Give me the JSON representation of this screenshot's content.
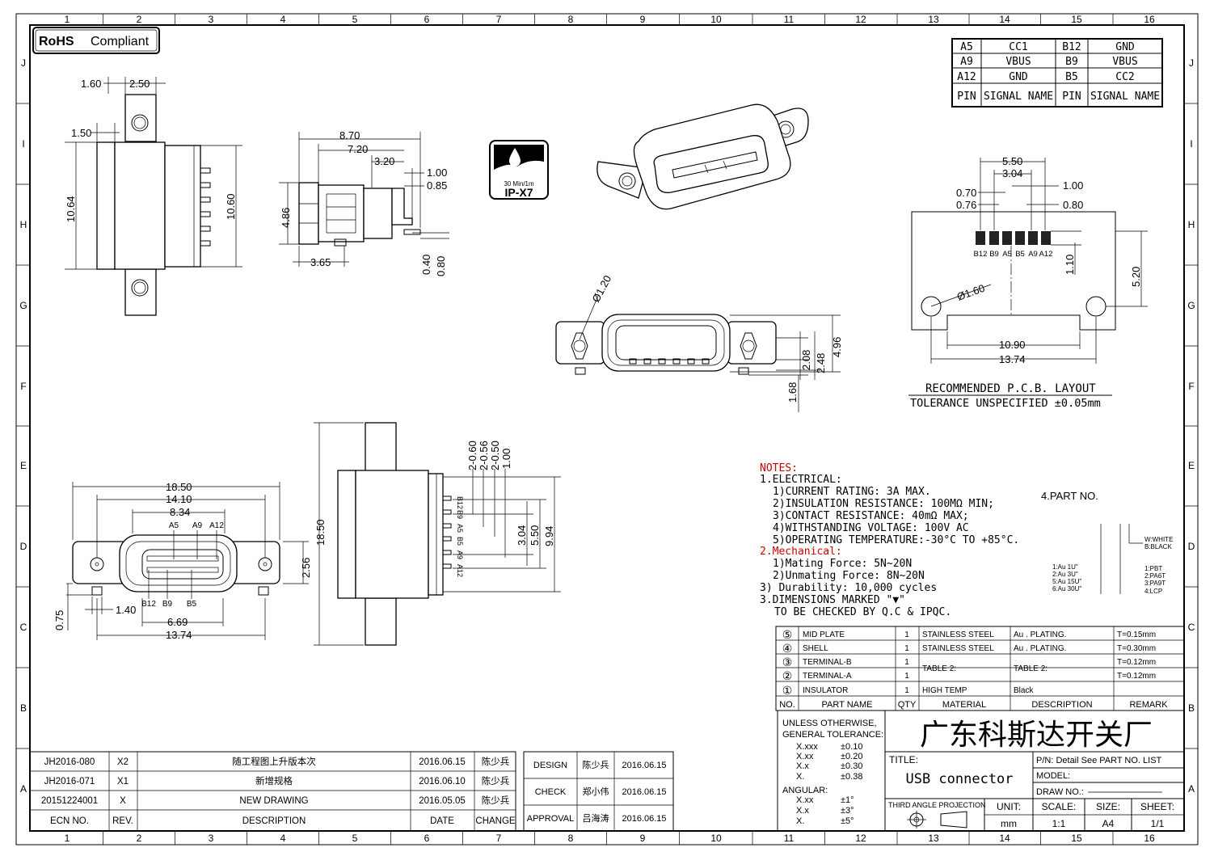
{
  "frame": {
    "cols": [
      "1",
      "2",
      "3",
      "4",
      "5",
      "6",
      "7",
      "8",
      "9",
      "10",
      "11",
      "12",
      "13",
      "14",
      "15",
      "16"
    ],
    "rows": [
      "J",
      "I",
      "H",
      "G",
      "F",
      "E",
      "D",
      "C",
      "B",
      "A"
    ]
  },
  "rohs": {
    "strong": "RoHS",
    "rest": "Compliant"
  },
  "ipx7": {
    "line1": "30 Min/1m",
    "line2": "IP-X7"
  },
  "pin_table": {
    "rows": [
      [
        "A5",
        "CC1",
        "B12",
        "GND"
      ],
      [
        "A9",
        "VBUS",
        "B9",
        "VBUS"
      ],
      [
        "A12",
        "GND",
        "B5",
        "CC2"
      ],
      [
        "PIN",
        "SIGNAL NAME",
        "PIN",
        "SIGNAL NAME"
      ]
    ]
  },
  "side_view_dims": {
    "d1": "1.60",
    "d2": "2.50",
    "d3": "1.50",
    "d4": "10.64",
    "d5": "10.60"
  },
  "front_view_dims": {
    "d1": "8.70",
    "d2": "7.20",
    "d3": "3.20",
    "d4": "1.00",
    "d5": "0.85",
    "d6": "4.86",
    "d7": "3.65",
    "d8": "0.40",
    "d9": "0.80"
  },
  "mid_view_dims": {
    "d1": "Ø1.20",
    "d2": "2.08",
    "d3": "2.48",
    "d4": "4.96",
    "d5": "1.68"
  },
  "pcb": {
    "d1": "5.50",
    "d2": "3.04",
    "d3": "1.00",
    "d4": "0.70",
    "d5": "0.80",
    "d6": "0.76",
    "pins": [
      "B12",
      "B9",
      "A5",
      "B5",
      "A9",
      "A12"
    ],
    "d7": "1.10",
    "d8": "5.20",
    "d9": "Ø1.60",
    "d10": "10.90",
    "d11": "13.74",
    "title": "RECOMMENDED  P.C.B. LAYOUT",
    "tolerance": "TOLERANCE UNSPECIFIED ±0.05mm"
  },
  "bottom_front": {
    "d1": "18.50",
    "d2": "14.10",
    "d3": "8.34",
    "top_pins": [
      "A5",
      "A9",
      "A12"
    ],
    "bottom_pins": [
      "B12",
      "B9",
      "B5"
    ],
    "d4": "2.56",
    "d5": "0.75",
    "d6": "1.40",
    "d7": "6.69",
    "d8": "13.74"
  },
  "bottom_side": {
    "d1": "2-0.60",
    "d2": "2-0.56",
    "d3": "2-0.50",
    "d4": "1.00",
    "d5": "18.50",
    "d6": "3.04",
    "d7": "5.50",
    "d8": "9.94",
    "pins": [
      "B12",
      "B9",
      "A5",
      "B5",
      "A9",
      "A12"
    ]
  },
  "notes": {
    "header": "NOTES:",
    "lines": [
      "1.ELECTRICAL:",
      "1)CURRENT RATING: 3A MAX.",
      "2)INSULATION RESISTANCE: 100MΩ MIN;",
      "3)CONTACT RESISTANCE: 40mΩ MAX;",
      "4)WITHSTANDING VOLTAGE: 100V AC",
      "5)OPERATING TEMPERATURE:-30°C TO +85°C.",
      "2.Mechanical:",
      "1)Mating Force: 5N~20N",
      "2)Unmating Force: 8N~20N",
      "3)   Durability: 10,000 cycles",
      "3.DIMENSIONS MARKED \"▼\"",
      "TO BE CHECKED BY Q.C & IPQC."
    ],
    "part_no": "4.PART NO.",
    "plating": [
      "1:Au 1U\"",
      "2:Au 3U\"",
      "5:Au 15U\"",
      "6:Au 30U\""
    ],
    "color": [
      "W:WHITE",
      "B:BLACK"
    ],
    "pkg": [
      "1:PBT",
      "2:PA6T",
      "3:PA9T",
      "4:LCP"
    ]
  },
  "bom": {
    "rows": [
      {
        "no": "⑤",
        "name": "MID PLATE",
        "qty": "1",
        "material": "STAINLESS STEEL",
        "desc": "Au . PLATING.",
        "remark": "T=0.15mm"
      },
      {
        "no": "④",
        "name": "SHELL",
        "qty": "1",
        "material": "STAINLESS STEEL",
        "desc": "Au . PLATING.",
        "remark": "T=0.30mm"
      },
      {
        "no": "③",
        "name": "TERMINAL-B",
        "qty": "1",
        "material": "TABLE 2:",
        "desc": "TABLE 2:",
        "remark": "T=0.12mm"
      },
      {
        "no": "②",
        "name": "TERMINAL-A",
        "qty": "1",
        "material": "",
        "desc": "",
        "remark": "T=0.12mm"
      },
      {
        "no": "①",
        "name": "INSULATOR",
        "qty": "1",
        "material": "HIGH TEMP",
        "desc": "Black",
        "remark": ""
      }
    ],
    "header": {
      "no": "NO.",
      "name": "PART NAME",
      "qty": "QTY",
      "material": "MATERIAL",
      "desc": "DESCRIPTION",
      "remark": "REMARK"
    }
  },
  "tolerance": {
    "title1": "UNLESS OTHERWISE,",
    "title2": "GENERAL TOLERANCE:",
    "lin": [
      [
        "X.xxx",
        "±0.10"
      ],
      [
        "X.xx",
        "±0.20"
      ],
      [
        "X.x",
        "±0.30"
      ],
      [
        "X.",
        "±0.38"
      ]
    ],
    "ang_title": "ANGULAR:",
    "ang": [
      [
        "X.xx",
        "±1°"
      ],
      [
        "X.x",
        "±3°"
      ],
      [
        "X.",
        "±5°"
      ]
    ]
  },
  "company": "广东科斯达开关厂",
  "title_block": {
    "title_label": "TITLE:",
    "title": "USB connector",
    "pn": "P/N: Detail  See  PART  NO.  LIST",
    "model": "MODEL:",
    "draw_no": "DRAW  NO.:",
    "projection": "THIRD  ANGLE  PROJECTION",
    "unit_label": "UNIT:",
    "unit": "mm",
    "scale_label": "SCALE:",
    "scale": "1:1",
    "size_label": "SIZE:",
    "size": "A4",
    "sheet_label": "SHEET:",
    "sheet": "1/1"
  },
  "revisions": {
    "rows": [
      [
        "JH2016-080",
        "X2",
        "随工程图上升版本次",
        "2016.06.15",
        "陈少兵"
      ],
      [
        "JH2016-071",
        "X1",
        "新增规格",
        "2016.06.10",
        "陈少兵"
      ],
      [
        "20151224001",
        "X",
        "NEW DRAWING",
        "2016.05.05",
        "陈少兵"
      ]
    ],
    "header": [
      "ECN  NO.",
      "REV.",
      "DESCRIPTION",
      "DATE",
      "CHANGE"
    ]
  },
  "approvals": [
    [
      "DESIGN",
      "陈少兵",
      "2016.06.15"
    ],
    [
      "CHECK",
      "郑小伟",
      "2016.06.15"
    ],
    [
      "APPROVAL",
      "吕海涛",
      "2016.06.15"
    ]
  ]
}
